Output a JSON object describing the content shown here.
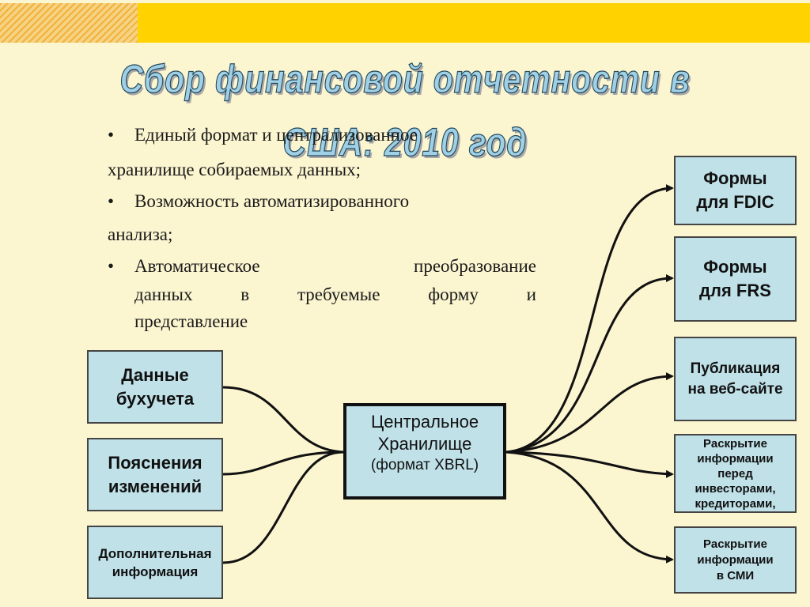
{
  "slide": {
    "title": "Сбор финансовой отчетности в США: 2010 год",
    "bullets": {
      "b1_line1": "Единый формат и централизованное",
      "b1_line2": "хранилище собираемых данных;",
      "b2_line1": "Возможность автоматизированного",
      "b2_line2": "анализа;",
      "b3_line1": [
        "Автоматическое",
        "преобразование"
      ],
      "b3_line2": [
        "данных",
        "в",
        "требуемые",
        "форму",
        "и"
      ],
      "b3_line3": "представление",
      "bullet_char": "•"
    },
    "sources": [
      {
        "line1": "Данные",
        "line2": "бухучета"
      },
      {
        "line1": "Пояснения",
        "line2": "изменений"
      },
      {
        "line1": "Дополнительная",
        "line2": "информация"
      }
    ],
    "center": {
      "line1": "Центральное",
      "line2": "Хранилище",
      "line3": "(формат XBRL)"
    },
    "outputs": [
      {
        "line1": "Формы",
        "line2": "для FDIC"
      },
      {
        "line1": "Формы",
        "line2": "для FRS"
      },
      {
        "line1": "Публикация",
        "line2": "на веб-сайте"
      },
      {
        "line1": "Раскрытие",
        "line2": "информации",
        "line3": "перед",
        "line4": "инвесторами,",
        "line5": "кредиторами,"
      },
      {
        "line1": "Раскрытие",
        "line2": "информации",
        "line3": "в СМИ"
      }
    ],
    "colors": {
      "background": "#fbf5d0",
      "accent_band": "#ffd200",
      "box_fill": "#c0e1e8",
      "title_fill": "#9fd0e6"
    }
  }
}
